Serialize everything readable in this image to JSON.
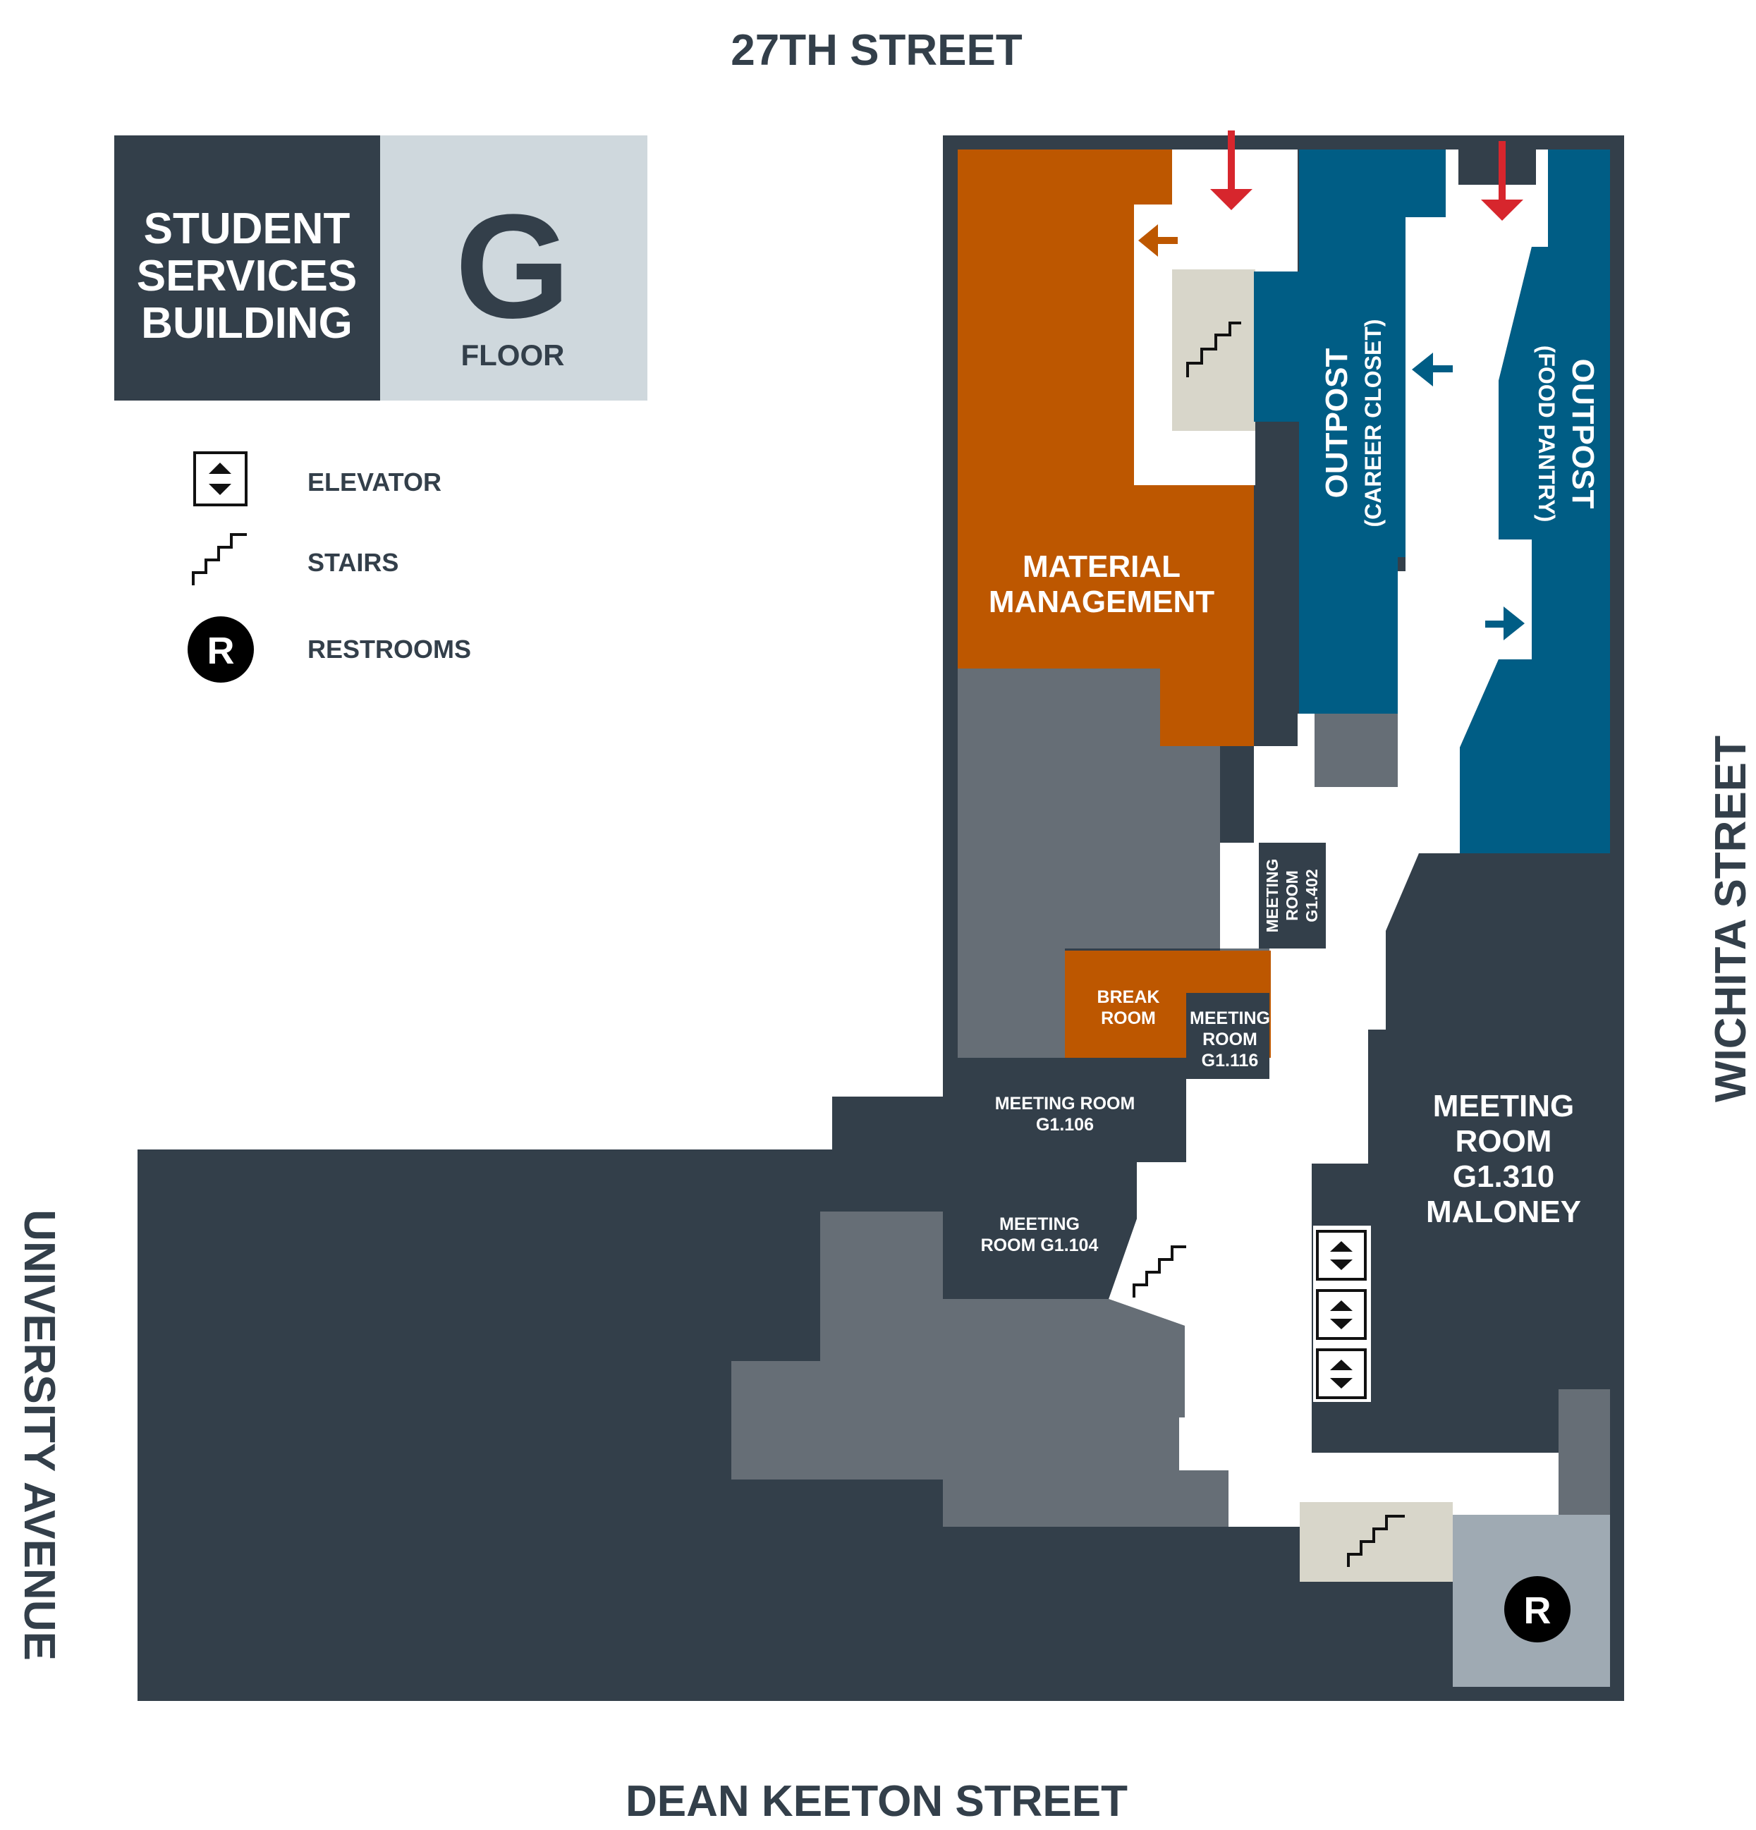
{
  "streets": {
    "north": "27TH STREET",
    "south": "DEAN KEETON STREET",
    "east": "WICHITA STREET",
    "west": "UNIVERSITY AVENUE"
  },
  "title": {
    "line1": "STUDENT",
    "line2": "SERVICES",
    "line3": "BUILDING",
    "floor_letter": "G",
    "floor_label": "FLOOR"
  },
  "legend": {
    "elevator": {
      "icon": "elevator-icon",
      "label": "ELEVATOR"
    },
    "stairs": {
      "icon": "stairs-icon",
      "label": "STAIRS"
    },
    "restrooms": {
      "icon": "restroom-icon",
      "glyph": "R",
      "label": "RESTROOMS"
    }
  },
  "rooms": {
    "material_management": {
      "line1": "MATERIAL",
      "line2": "MANAGEMENT"
    },
    "outpost_career": {
      "line1": "OUTPOST",
      "line2": "(CAREER CLOSET)"
    },
    "outpost_food": {
      "line1": "OUTPOST",
      "line2": "(FOOD PANTRY)"
    },
    "meeting_g1_402": {
      "line1": "MEETING",
      "line2": "ROOM",
      "line3": "G1.402"
    },
    "break_room": {
      "line1": "BREAK",
      "line2": "ROOM"
    },
    "meeting_g1_116": {
      "line1": "MEETING",
      "line2": "ROOM",
      "line3": "G1.116"
    },
    "meeting_g1_106": {
      "line1": "MEETING ROOM",
      "line2": "G1.106"
    },
    "meeting_g1_104": {
      "line1": "MEETING",
      "line2": "ROOM G1.104"
    },
    "meeting_g1_310": {
      "line1": "MEETING",
      "line2": "ROOM",
      "line3": "G1.310",
      "line4": "MALONEY"
    },
    "restroom_glyph": "R"
  },
  "colors": {
    "dark": "#333f4a",
    "gray": "#666e76",
    "orange": "#bd5700",
    "blue": "#005d85",
    "stairs_fill": "#d8d6ca",
    "restroom_fill": "#9faab3",
    "floor_panel": "#cfd8dd",
    "entrance_arrow": "#d7262d"
  }
}
